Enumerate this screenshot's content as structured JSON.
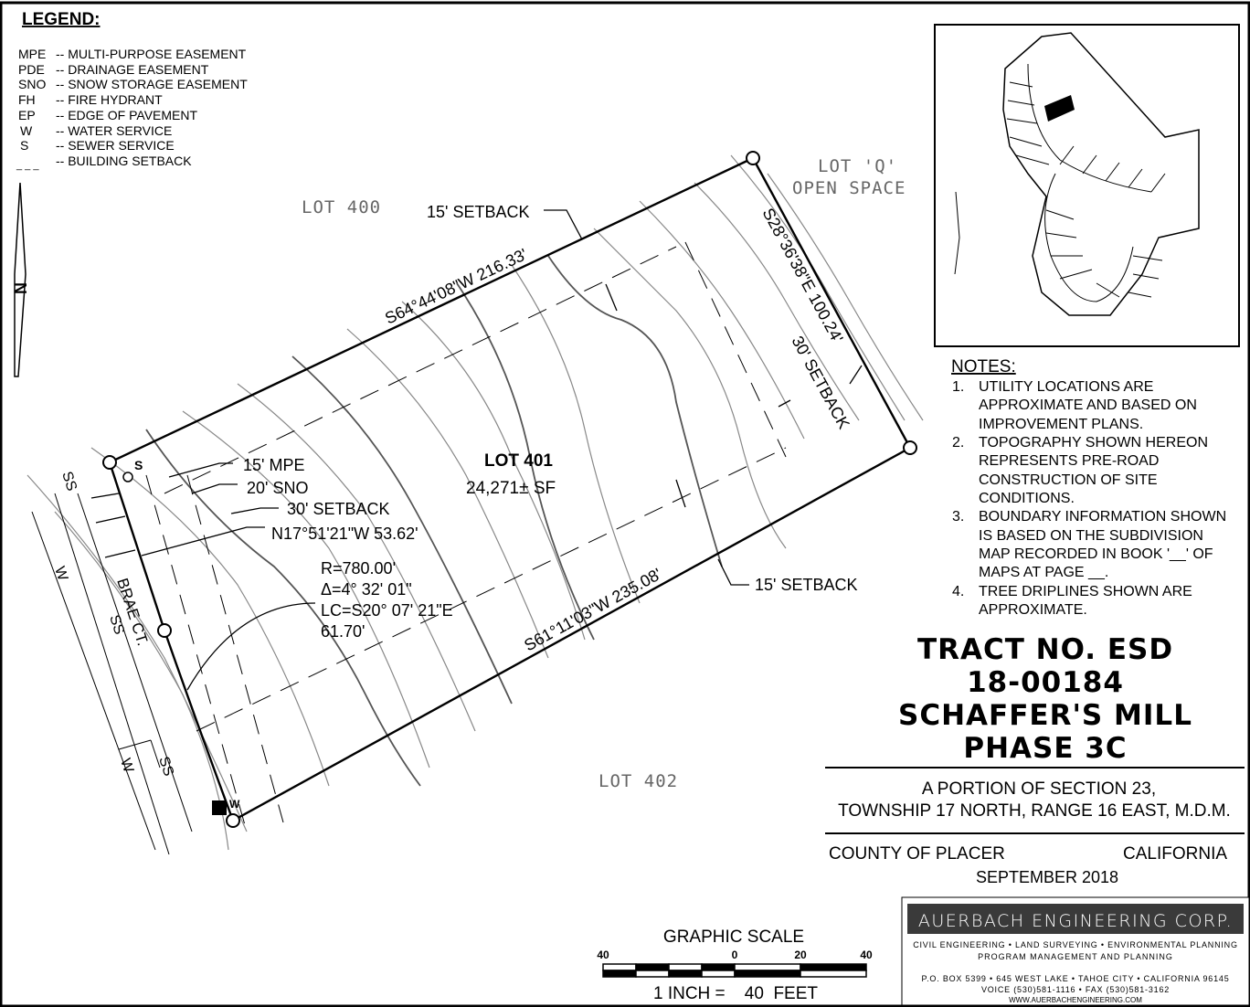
{
  "legend": {
    "title": "LEGEND:",
    "items": [
      {
        "key": "MPE",
        "desc": "-- MULTI-PURPOSE EASEMENT"
      },
      {
        "key": "PDE",
        "desc": "-- DRAINAGE EASEMENT"
      },
      {
        "key": "SNO",
        "desc": "-- SNOW STORAGE EASEMENT"
      },
      {
        "key": "FH",
        "desc": "-- FIRE HYDRANT"
      },
      {
        "key": "EP",
        "desc": "-- EDGE OF PAVEMENT"
      },
      {
        "key": "W",
        "desc": "-- WATER SERVICE"
      },
      {
        "key": "S",
        "desc": "-- SEWER SERVICE"
      },
      {
        "key": "_ _ _",
        "desc": "-- BUILDING SETBACK"
      }
    ]
  },
  "north_arrow": {
    "label": "N"
  },
  "plan": {
    "lot_400": "LOT 400",
    "lot_q_1": "LOT 'Q'",
    "lot_q_2": "OPEN SPACE",
    "lot_402": "LOT 402",
    "lot_401": "LOT 401",
    "lot_401_area": "24,271± SF",
    "bearing_north": "S64°44'08\"W 216.33'",
    "bearing_east": "S28°36'38\"E 100.24'",
    "bearing_south": "S61°11'03\"W 235.08'",
    "bearing_west": "N17°51'21\"W  53.62'",
    "curve_r": "R=780.00'",
    "curve_delta": "Δ=4° 32' 01\"",
    "curve_lc": "LC=S20° 07' 21\"E",
    "curve_len": "61.70'",
    "setback_north": "15' SETBACK",
    "setback_east": "30' SETBACK",
    "setback_south": "15' SETBACK",
    "setback_west": "30' SETBACK",
    "mpe": "15' MPE",
    "sno": "20' SNO",
    "street": "BRAE CT.",
    "ss": "SS",
    "w": "W",
    "s": "S"
  },
  "notes": {
    "title": "NOTES:",
    "items": [
      {
        "num": "1.",
        "lines": [
          "UTILITY LOCATIONS ARE",
          "APPROXIMATE AND BASED ON",
          "IMPROVEMENT PLANS."
        ]
      },
      {
        "num": "2.",
        "lines": [
          "TOPOGRAPHY SHOWN HEREON",
          "REPRESENTS PRE-ROAD",
          "CONSTRUCTION OF SITE",
          "CONDITIONS."
        ]
      },
      {
        "num": "3.",
        "lines": [
          "BOUNDARY INFORMATION SHOWN",
          "IS BASED ON THE SUBDIVISION",
          "MAP RECORDED IN BOOK '__' OF",
          "MAPS AT PAGE __."
        ]
      },
      {
        "num": "4.",
        "lines": [
          "TREE DRIPLINES SHOWN ARE",
          "APPROXIMATE."
        ]
      }
    ]
  },
  "title_block": {
    "lines": [
      "TRACT NO. ESD",
      "18-00184",
      "SCHAFFER'S MILL",
      "PHASE 3C"
    ],
    "portion_1": "A PORTION OF SECTION 23,",
    "portion_2": "TOWNSHIP 17 NORTH, RANGE 16 EAST, M.D.M.",
    "county": "COUNTY OF PLACER",
    "state": "CALIFORNIA",
    "date": "SEPTEMBER 2018"
  },
  "scale": {
    "title": "GRAPHIC SCALE",
    "ticks": [
      "40",
      "0",
      "20",
      "40"
    ],
    "caption": "1 INCH =    40  FEET"
  },
  "company": {
    "name": "AUERBACH ENGINEERING CORP.",
    "services_1": "CIVIL ENGINEERING • LAND SURVEYING • ENVIRONMENTAL PLANNING",
    "services_2": "PROGRAM MANAGEMENT AND PLANNING",
    "address": "P.O. BOX 5399 • 645 WEST LAKE • TAHOE CITY • CALIFORNIA 96145",
    "phone": "VOICE (530)581-1116 • FAX (530)581-3162",
    "web": "WWW.AUERBACHENGINEERING.COM"
  }
}
